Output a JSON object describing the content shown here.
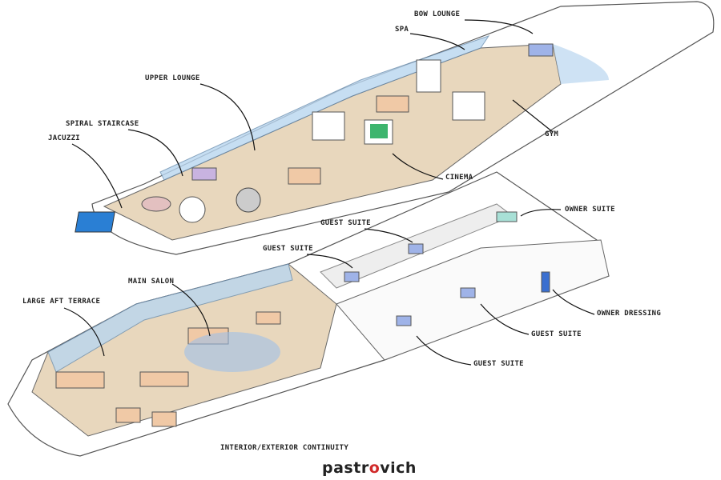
{
  "labels": {
    "bow_lounge": "BOW LOUNGE",
    "spa": "SPA",
    "upper_lounge": "UPPER LOUNGE",
    "spiral_staircase": "SPIRAL STAIRCASE",
    "jacuzzi": "JACUZZI",
    "gym": "GYM",
    "cinema": "CINEMA",
    "owner_suite": "OWNER SUITE",
    "guest_suite_1": "GUEST SUITE",
    "guest_suite_2": "GUEST SUITE",
    "guest_suite_3": "GUEST SUITE",
    "guest_suite_4": "GUEST SUITE",
    "main_salon": "MAIN SALON",
    "large_aft_terrace": "LARGE AFT TERRACE",
    "owner_dressing": "OWNER DRESSING",
    "continuity": "INTERIOR/EXTERIOR CONTINUITY"
  },
  "logo": {
    "text": "pastrovich",
    "accent_color": "#d12a2a"
  },
  "colors": {
    "deck": "#e8d7bd",
    "glass": "#b9d6f0",
    "sofa": "#f0c9a6",
    "water": "#2a7fd4"
  }
}
